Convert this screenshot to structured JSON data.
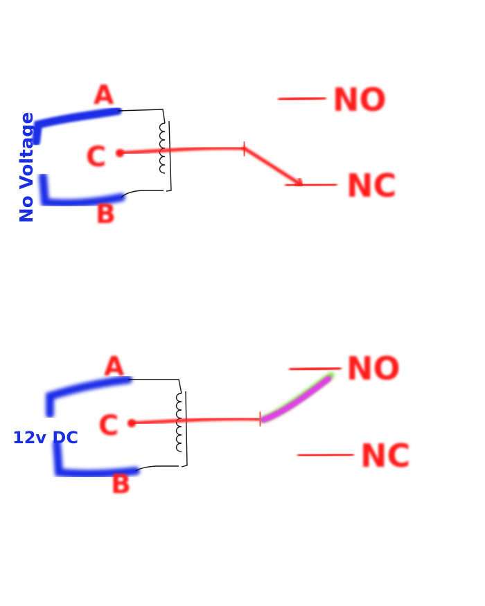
{
  "colors": {
    "red": "#ff1a1a",
    "blue": "#1a2ee6",
    "black": "#111111",
    "magenta": "#e040e8",
    "green": "#7ddb3a"
  },
  "diagram_top": {
    "label_a": "A",
    "label_c": "C",
    "label_b": "B",
    "label_no": "NO",
    "label_nc": "NC",
    "voltage_label": "No Voltage",
    "state": "de-energized"
  },
  "diagram_bottom": {
    "label_a": "A",
    "label_c": "C",
    "label_b": "B",
    "label_no": "NO",
    "label_nc": "NC",
    "voltage_label": "12v DC",
    "state": "energized"
  }
}
